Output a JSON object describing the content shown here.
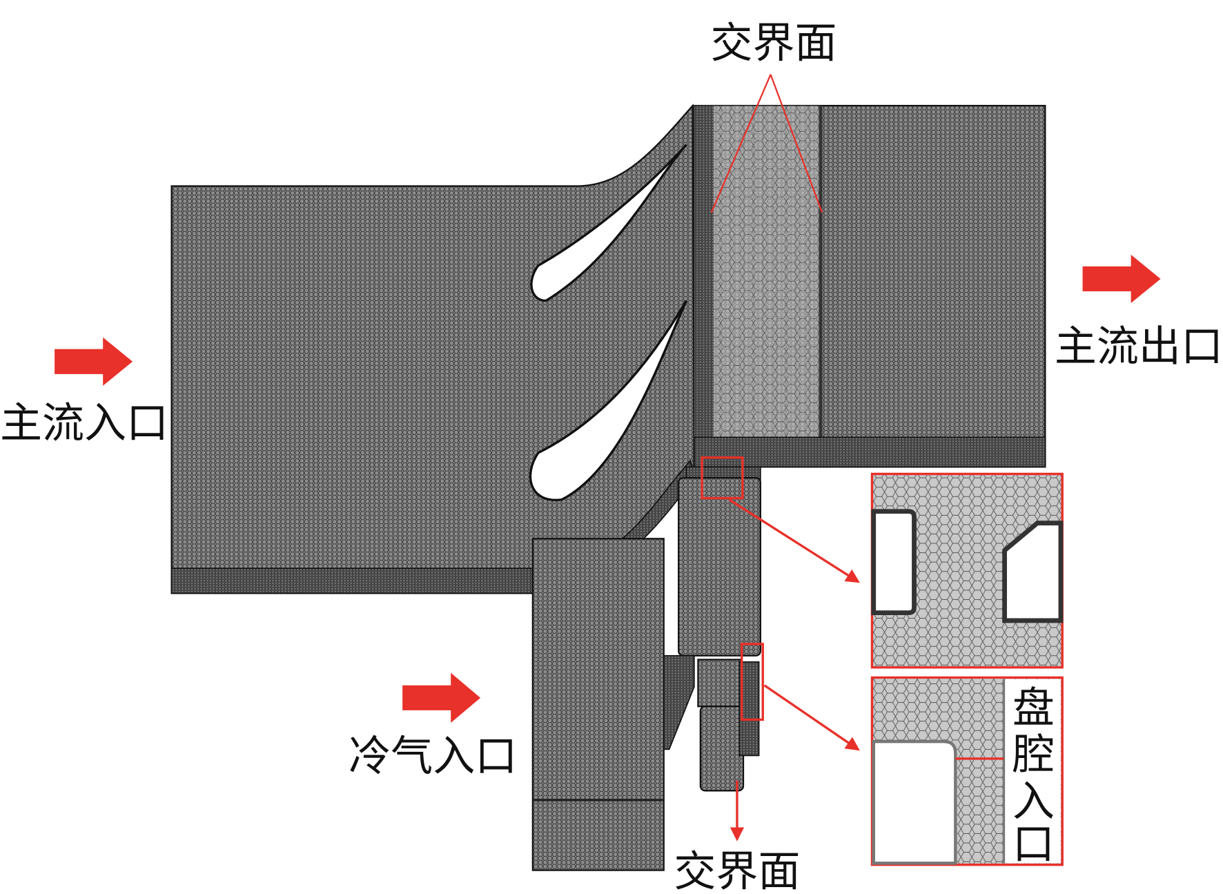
{
  "labels": {
    "interface_top": "交界面",
    "main_outlet": "主流出口",
    "main_inlet": "主流入口",
    "coolant_inlet": "冷气入口",
    "interface_bottom": "交界面",
    "cavity_inlet": [
      "盘",
      "腔",
      "入",
      "口"
    ]
  },
  "colors": {
    "arrow": "#e8312a",
    "mesh_fill": "#8a8a8a",
    "mesh_line": "#2a2a2a",
    "highlight": "#e8312a"
  }
}
